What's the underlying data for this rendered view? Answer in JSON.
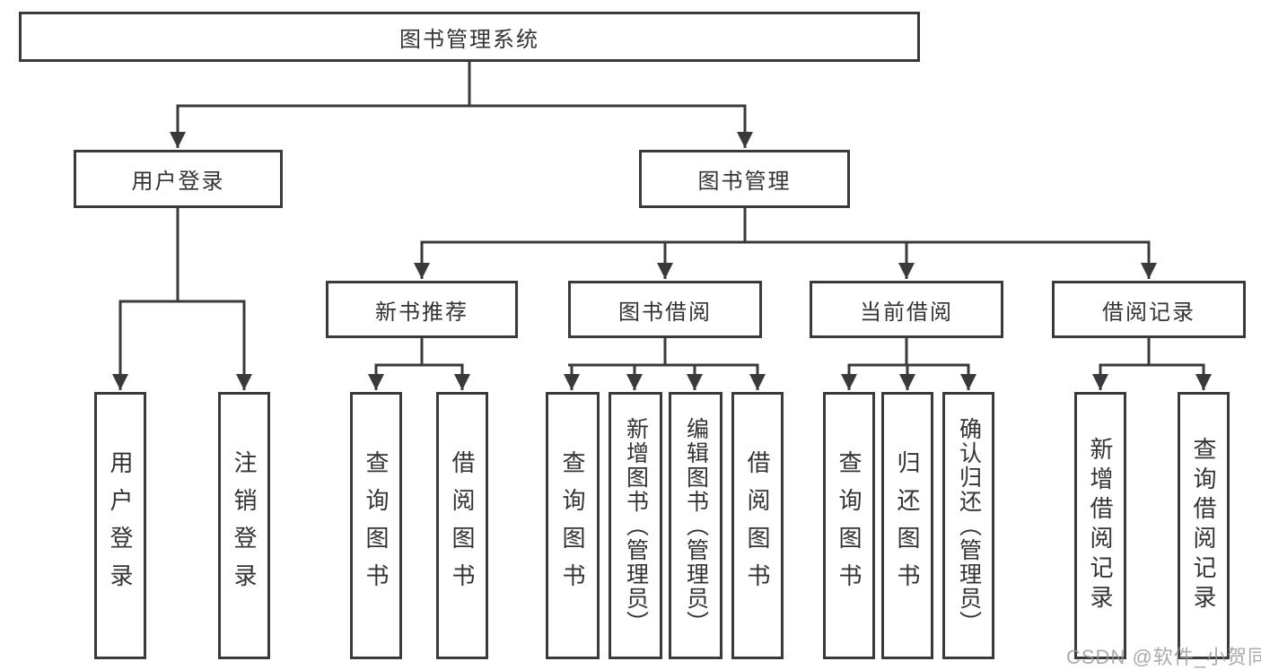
{
  "diagram": {
    "root": {
      "label": "图书管理系统"
    },
    "level2": [
      {
        "label": "用户登录"
      },
      {
        "label": "图书管理"
      }
    ],
    "level3": [
      {
        "label": "新书推荐"
      },
      {
        "label": "图书借阅"
      },
      {
        "label": "当前借阅"
      },
      {
        "label": "借阅记录"
      }
    ],
    "leaves": [
      {
        "label": "用户登录"
      },
      {
        "label": "注销登录"
      },
      {
        "label": "查询图书"
      },
      {
        "label": "借阅图书"
      },
      {
        "label": "查询图书"
      },
      {
        "label": "新增图书（管理员）"
      },
      {
        "label": "编辑图书（管理员）"
      },
      {
        "label": "借阅图书"
      },
      {
        "label": "查询图书"
      },
      {
        "label": "归还图书"
      },
      {
        "label": "确认归还（管理员）"
      },
      {
        "label": "新增借阅记录"
      },
      {
        "label": "查询借阅记录"
      }
    ],
    "watermark": "CSDN @软件_小贺同学",
    "colors": {
      "line": "#3a3a3c",
      "border": "#3a3a3c",
      "text": "#333333",
      "watermark": "#969696",
      "background": "#ffffff"
    }
  }
}
